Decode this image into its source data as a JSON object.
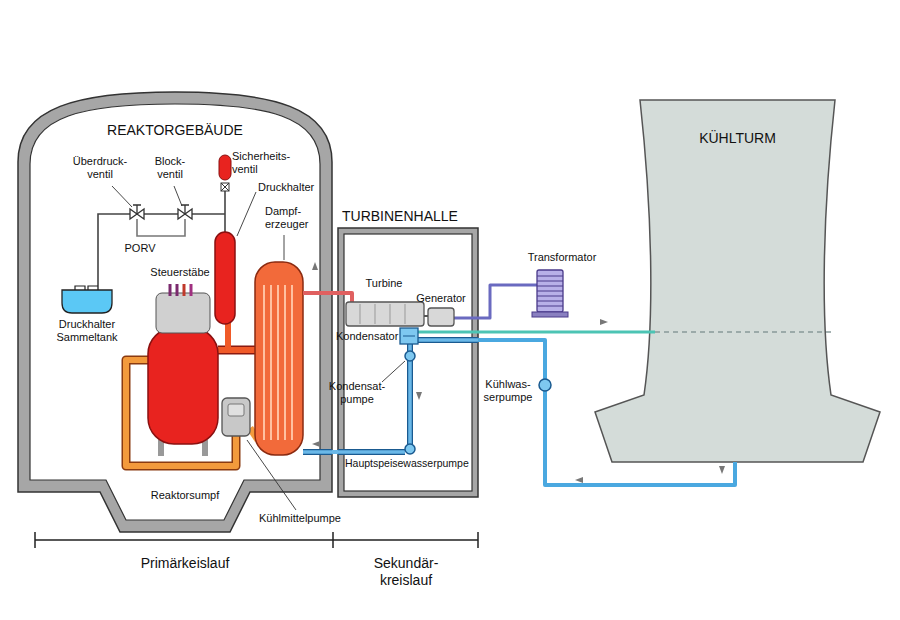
{
  "diagram": {
    "nodes": [
      {
        "text": [
          "REAKTORGEBÄUDE"
        ]
      },
      {
        "text": [
          "TURBINENHALLE"
        ]
      },
      {
        "text": [
          "KÜHLTURM"
        ]
      }
    ],
    "edges": [
      {
        "from": 0,
        "to": 1,
        "arrow": "none"
      },
      {
        "from": 1,
        "to": 0,
        "arrow": "none"
      },
      {
        "from": 1,
        "to": 2,
        "arrow": "none"
      },
      {
        "from": 2,
        "to": 1,
        "arrow": "none"
      }
    ],
    "labels": [
      "Überdruck- ventil",
      "Block- ventil",
      "Sicherheits- ventil",
      "Druckhalter",
      "Dampf- erzeuger",
      "PORV",
      "Steuerstäbe",
      "Druckhalter Sammeltank",
      "Turbine",
      "Generator",
      "Transformator",
      "Kondensator",
      "Kondensat- pumpe",
      "Kühlwas- serpumpe",
      "Hauptspeisewasserpumpe",
      "Reaktorsumpf",
      "Kühlmittelpumpe",
      "Primärkeislauf",
      "Sekundär- kreislauf"
    ]
  }
}
